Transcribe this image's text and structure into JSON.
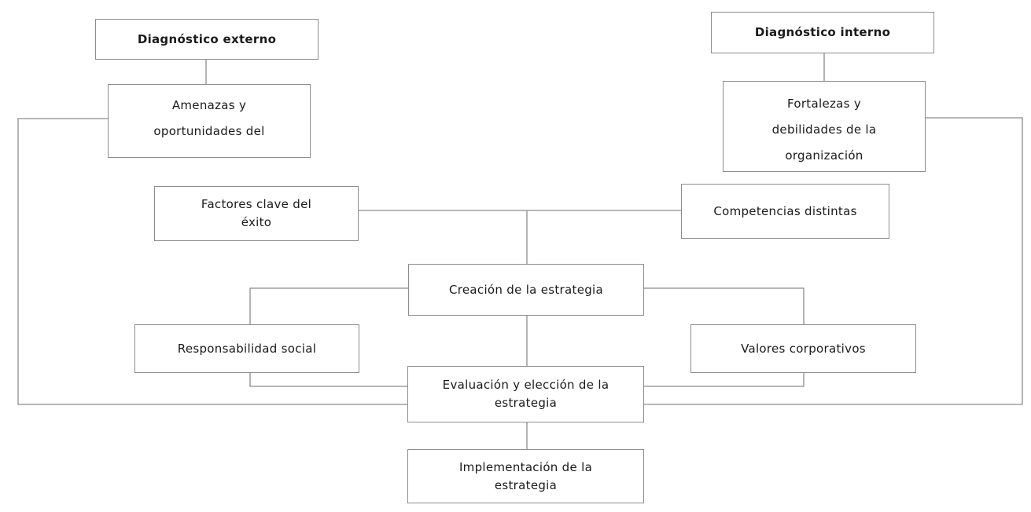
{
  "nodes": {
    "diagnostico_externo": "Diagnóstico externo",
    "diagnostico_interno": "Diagnóstico interno",
    "amenazas": [
      "Amenazas y",
      "oportunidades del"
    ],
    "fortalezas": [
      "Fortalezas y",
      "debilidades de la",
      "organización"
    ],
    "factores_clave": [
      "Factores clave del",
      "éxito"
    ],
    "competencias": "Competencias distintas",
    "creacion": "Creación de la estrategia",
    "responsabilidad": "Responsabilidad social",
    "valores": "Valores corporativos",
    "evaluacion": [
      "Evaluación y elección de la",
      "estrategia"
    ],
    "implementacion": [
      "Implementación de la",
      "estrategia"
    ]
  },
  "colors": {
    "line": "#8c8c8c",
    "border": "#8c8c8c"
  }
}
